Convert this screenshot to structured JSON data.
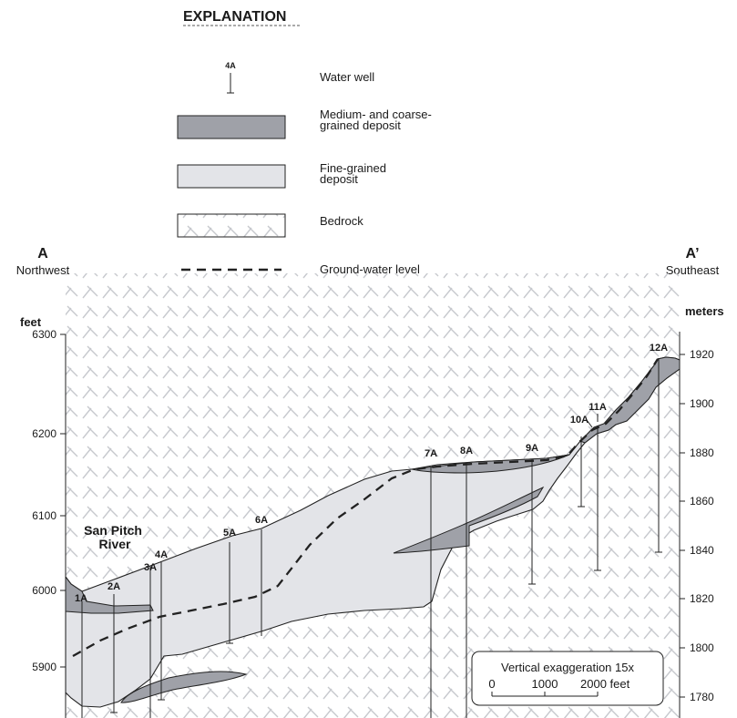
{
  "explanation": {
    "title": "EXPLANATION",
    "well_example_label": "4A",
    "items": [
      {
        "label_lines": [
          "Water well"
        ]
      },
      {
        "label_lines": [
          "Medium- and coarse-",
          "grained deposit"
        ]
      },
      {
        "label_lines": [
          "Fine-grained",
          "deposit"
        ]
      },
      {
        "label_lines": [
          "Bedrock"
        ]
      },
      {
        "label_lines": [
          "Ground-water level"
        ]
      }
    ]
  },
  "section": {
    "left_letter": "A",
    "left_direction": "Northwest",
    "right_letter": "A’",
    "right_direction": "Southeast",
    "left_axis_unit": "feet",
    "right_axis_unit": "meters",
    "feet_ticks": [
      "6300",
      "6200",
      "6100",
      "6000",
      "5900"
    ],
    "meter_ticks": [
      "1920",
      "1900",
      "1880",
      "1860",
      "1840",
      "1820",
      "1800",
      "1780"
    ],
    "river_label_lines": [
      "San Pitch",
      "River"
    ],
    "wells": [
      "1A",
      "2A",
      "3A",
      "4A",
      "5A",
      "6A",
      "7A",
      "8A",
      "9A",
      "10A",
      "11A",
      "12A"
    ]
  },
  "scale_box": {
    "title": "Vertical exaggeration 15x",
    "ticks": [
      "0",
      "1000",
      "2000 feet"
    ]
  },
  "colors": {
    "fine_grained": "#e3e4e8",
    "coarse_grained": "#9fa1a8",
    "bedrock_bg": "#ffffff",
    "bedrock_hatch": "#c7c9ce",
    "line": "#222222"
  }
}
